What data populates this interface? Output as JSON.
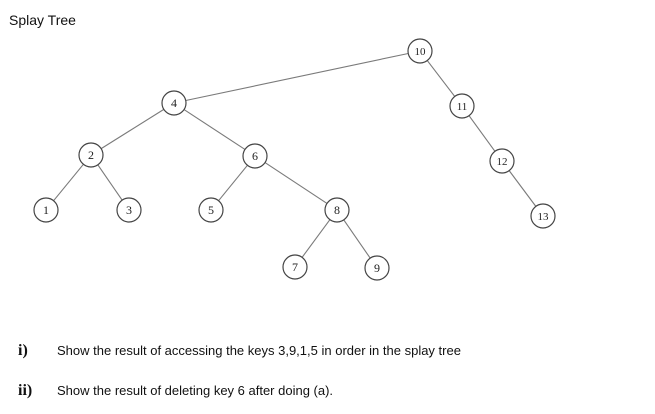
{
  "title": "Splay Tree",
  "tree": {
    "nodes": [
      {
        "id": "n10",
        "label": "10"
      },
      {
        "id": "n4",
        "label": "4"
      },
      {
        "id": "n11",
        "label": "11"
      },
      {
        "id": "n2",
        "label": "2"
      },
      {
        "id": "n6",
        "label": "6"
      },
      {
        "id": "n12",
        "label": "12"
      },
      {
        "id": "n1",
        "label": "1"
      },
      {
        "id": "n3",
        "label": "3"
      },
      {
        "id": "n5",
        "label": "5"
      },
      {
        "id": "n8",
        "label": "8"
      },
      {
        "id": "n13",
        "label": "13"
      },
      {
        "id": "n7",
        "label": "7"
      },
      {
        "id": "n9",
        "label": "9"
      }
    ],
    "edges": [
      {
        "from": "n10",
        "to": "n4"
      },
      {
        "from": "n10",
        "to": "n11"
      },
      {
        "from": "n4",
        "to": "n2"
      },
      {
        "from": "n4",
        "to": "n6"
      },
      {
        "from": "n11",
        "to": "n12"
      },
      {
        "from": "n2",
        "to": "n1"
      },
      {
        "from": "n2",
        "to": "n3"
      },
      {
        "from": "n6",
        "to": "n5"
      },
      {
        "from": "n6",
        "to": "n8"
      },
      {
        "from": "n12",
        "to": "n13"
      },
      {
        "from": "n8",
        "to": "n7"
      },
      {
        "from": "n8",
        "to": "n9"
      }
    ]
  },
  "questions": [
    {
      "number": "i)",
      "text": "Show the result of accessing the keys 3,9,1,5 in order in the splay tree"
    },
    {
      "number": "ii)",
      "text": "Show the result of deleting key 6 after doing (a)."
    }
  ]
}
